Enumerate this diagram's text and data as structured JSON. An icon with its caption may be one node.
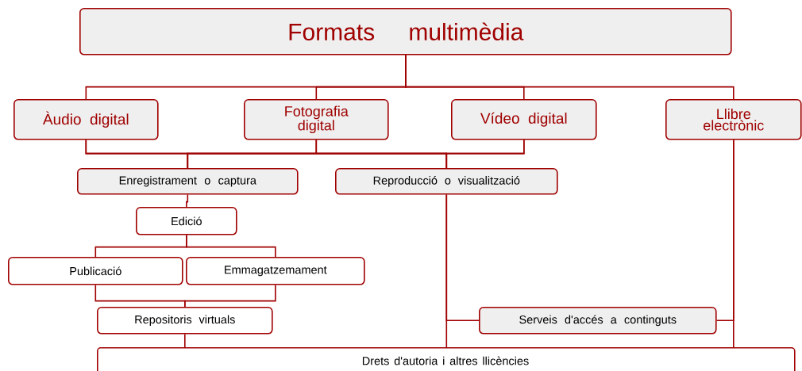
{
  "diagram": {
    "nodes": [
      {
        "text": [
          "Formats multimèdia"
        ]
      },
      {
        "text": [
          "Àudio digital"
        ]
      },
      {
        "text": [
          "Fotografia digital"
        ]
      },
      {
        "text": [
          "Vídeo digital"
        ]
      },
      {
        "text": [
          "Llibre electrònic"
        ]
      },
      {
        "text": [
          "Enregistrament o captura"
        ]
      },
      {
        "text": [
          "Reproducció o visualització"
        ]
      },
      {
        "text": [
          "Edició"
        ]
      },
      {
        "text": [
          "Publicació"
        ]
      },
      {
        "text": [
          "Emmagatzemament"
        ]
      },
      {
        "text": [
          "Repositoris virtuals"
        ]
      },
      {
        "text": [
          "Serveis d'accés a continguts"
        ]
      },
      {
        "text": [
          "Drets d'autoria i altres llicències"
        ]
      }
    ],
    "edges": [
      {
        "from": 0,
        "to": 1,
        "arrow": "none"
      },
      {
        "from": 0,
        "to": 2,
        "arrow": "none"
      },
      {
        "from": 0,
        "to": 3,
        "arrow": "none"
      },
      {
        "from": 0,
        "to": 4,
        "arrow": "none"
      },
      {
        "from": 1,
        "to": 5,
        "arrow": "none"
      },
      {
        "from": 2,
        "to": 5,
        "arrow": "none"
      },
      {
        "from": 3,
        "to": 5,
        "arrow": "none"
      },
      {
        "from": 1,
        "to": 6,
        "arrow": "none"
      },
      {
        "from": 2,
        "to": 6,
        "arrow": "none"
      },
      {
        "from": 3,
        "to": 6,
        "arrow": "none"
      },
      {
        "from": 5,
        "to": 7,
        "arrow": "none"
      },
      {
        "from": 7,
        "to": 8,
        "arrow": "none"
      },
      {
        "from": 7,
        "to": 9,
        "arrow": "none"
      },
      {
        "from": 8,
        "to": 10,
        "arrow": "none"
      },
      {
        "from": 9,
        "to": 10,
        "arrow": "none"
      },
      {
        "from": 10,
        "to": 12,
        "arrow": "none"
      },
      {
        "from": 6,
        "to": 12,
        "arrow": "none"
      },
      {
        "from": 4,
        "to": 12,
        "arrow": "none"
      },
      {
        "from": 6,
        "to": 11,
        "arrow": "none"
      },
      {
        "from": 11,
        "to": 4,
        "arrow": "none"
      }
    ]
  }
}
